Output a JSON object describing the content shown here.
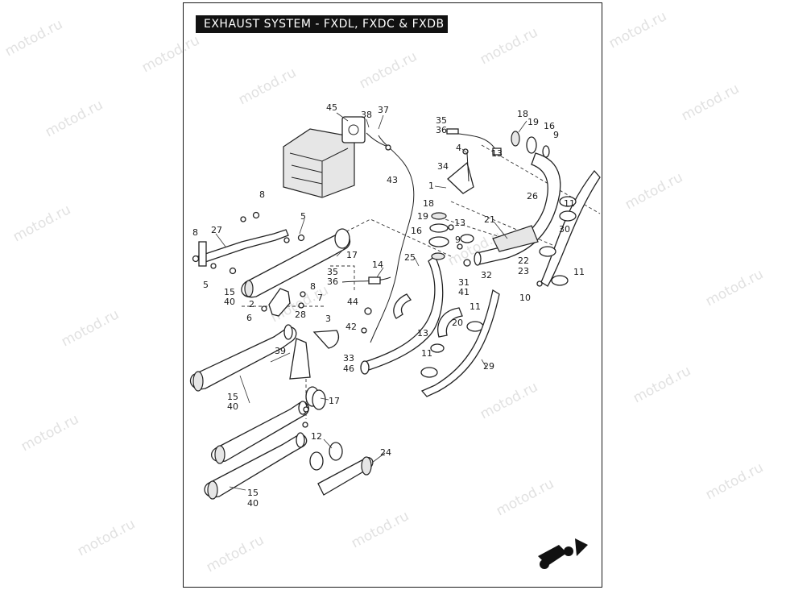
{
  "title": "EXHAUST SYSTEM - FXDL, FXDC & FXDB",
  "watermark": "motod.ru",
  "callouts": [
    {
      "id": "c45",
      "text": "45"
    },
    {
      "id": "c38",
      "text": "38"
    },
    {
      "id": "c37",
      "text": "37"
    },
    {
      "id": "c35a",
      "text": "35"
    },
    {
      "id": "c36a",
      "text": "36"
    },
    {
      "id": "c4",
      "text": "4"
    },
    {
      "id": "c18a",
      "text": "18"
    },
    {
      "id": "c19a",
      "text": "19"
    },
    {
      "id": "c16a",
      "text": "16"
    },
    {
      "id": "c9a",
      "text": "9"
    },
    {
      "id": "c13a",
      "text": "13"
    },
    {
      "id": "c34",
      "text": "34"
    },
    {
      "id": "c43",
      "text": "43"
    },
    {
      "id": "c1",
      "text": "1"
    },
    {
      "id": "c26",
      "text": "26"
    },
    {
      "id": "c8a",
      "text": "8"
    },
    {
      "id": "c18b",
      "text": "18"
    },
    {
      "id": "c19b",
      "text": "19"
    },
    {
      "id": "c13b",
      "text": "13"
    },
    {
      "id": "c21",
      "text": "21"
    },
    {
      "id": "c11a",
      "text": "11"
    },
    {
      "id": "c5a",
      "text": "5"
    },
    {
      "id": "c27",
      "text": "27"
    },
    {
      "id": "c8b",
      "text": "8"
    },
    {
      "id": "c16b",
      "text": "16"
    },
    {
      "id": "c9b",
      "text": "9"
    },
    {
      "id": "c30",
      "text": "30"
    },
    {
      "id": "c17a",
      "text": "17"
    },
    {
      "id": "c25",
      "text": "25"
    },
    {
      "id": "c22",
      "text": "22"
    },
    {
      "id": "c23",
      "text": "23"
    },
    {
      "id": "c11b",
      "text": "11"
    },
    {
      "id": "c14",
      "text": "14"
    },
    {
      "id": "c32",
      "text": "32"
    },
    {
      "id": "c35b",
      "text": "35"
    },
    {
      "id": "c36b",
      "text": "36"
    },
    {
      "id": "c31",
      "text": "31"
    },
    {
      "id": "c41",
      "text": "41"
    },
    {
      "id": "c5b",
      "text": "5"
    },
    {
      "id": "c10",
      "text": "10"
    },
    {
      "id": "c15a",
      "text": "15"
    },
    {
      "id": "c40a",
      "text": "40"
    },
    {
      "id": "c8c",
      "text": "8"
    },
    {
      "id": "c7",
      "text": "7"
    },
    {
      "id": "c2",
      "text": "2"
    },
    {
      "id": "c44",
      "text": "44"
    },
    {
      "id": "c6",
      "text": "6"
    },
    {
      "id": "c28",
      "text": "28"
    },
    {
      "id": "c11c",
      "text": "11"
    },
    {
      "id": "c3",
      "text": "3"
    },
    {
      "id": "c20",
      "text": "20"
    },
    {
      "id": "c42",
      "text": "42"
    },
    {
      "id": "c13c",
      "text": "13"
    },
    {
      "id": "c39",
      "text": "39"
    },
    {
      "id": "c33",
      "text": "33"
    },
    {
      "id": "c46",
      "text": "46"
    },
    {
      "id": "c11d",
      "text": "11"
    },
    {
      "id": "c29",
      "text": "29"
    },
    {
      "id": "c15b",
      "text": "15"
    },
    {
      "id": "c40b",
      "text": "40"
    },
    {
      "id": "c17b",
      "text": "17"
    },
    {
      "id": "c12",
      "text": "12"
    },
    {
      "id": "c24",
      "text": "24"
    },
    {
      "id": "c15c",
      "text": "15"
    },
    {
      "id": "c40c",
      "text": "40"
    }
  ]
}
